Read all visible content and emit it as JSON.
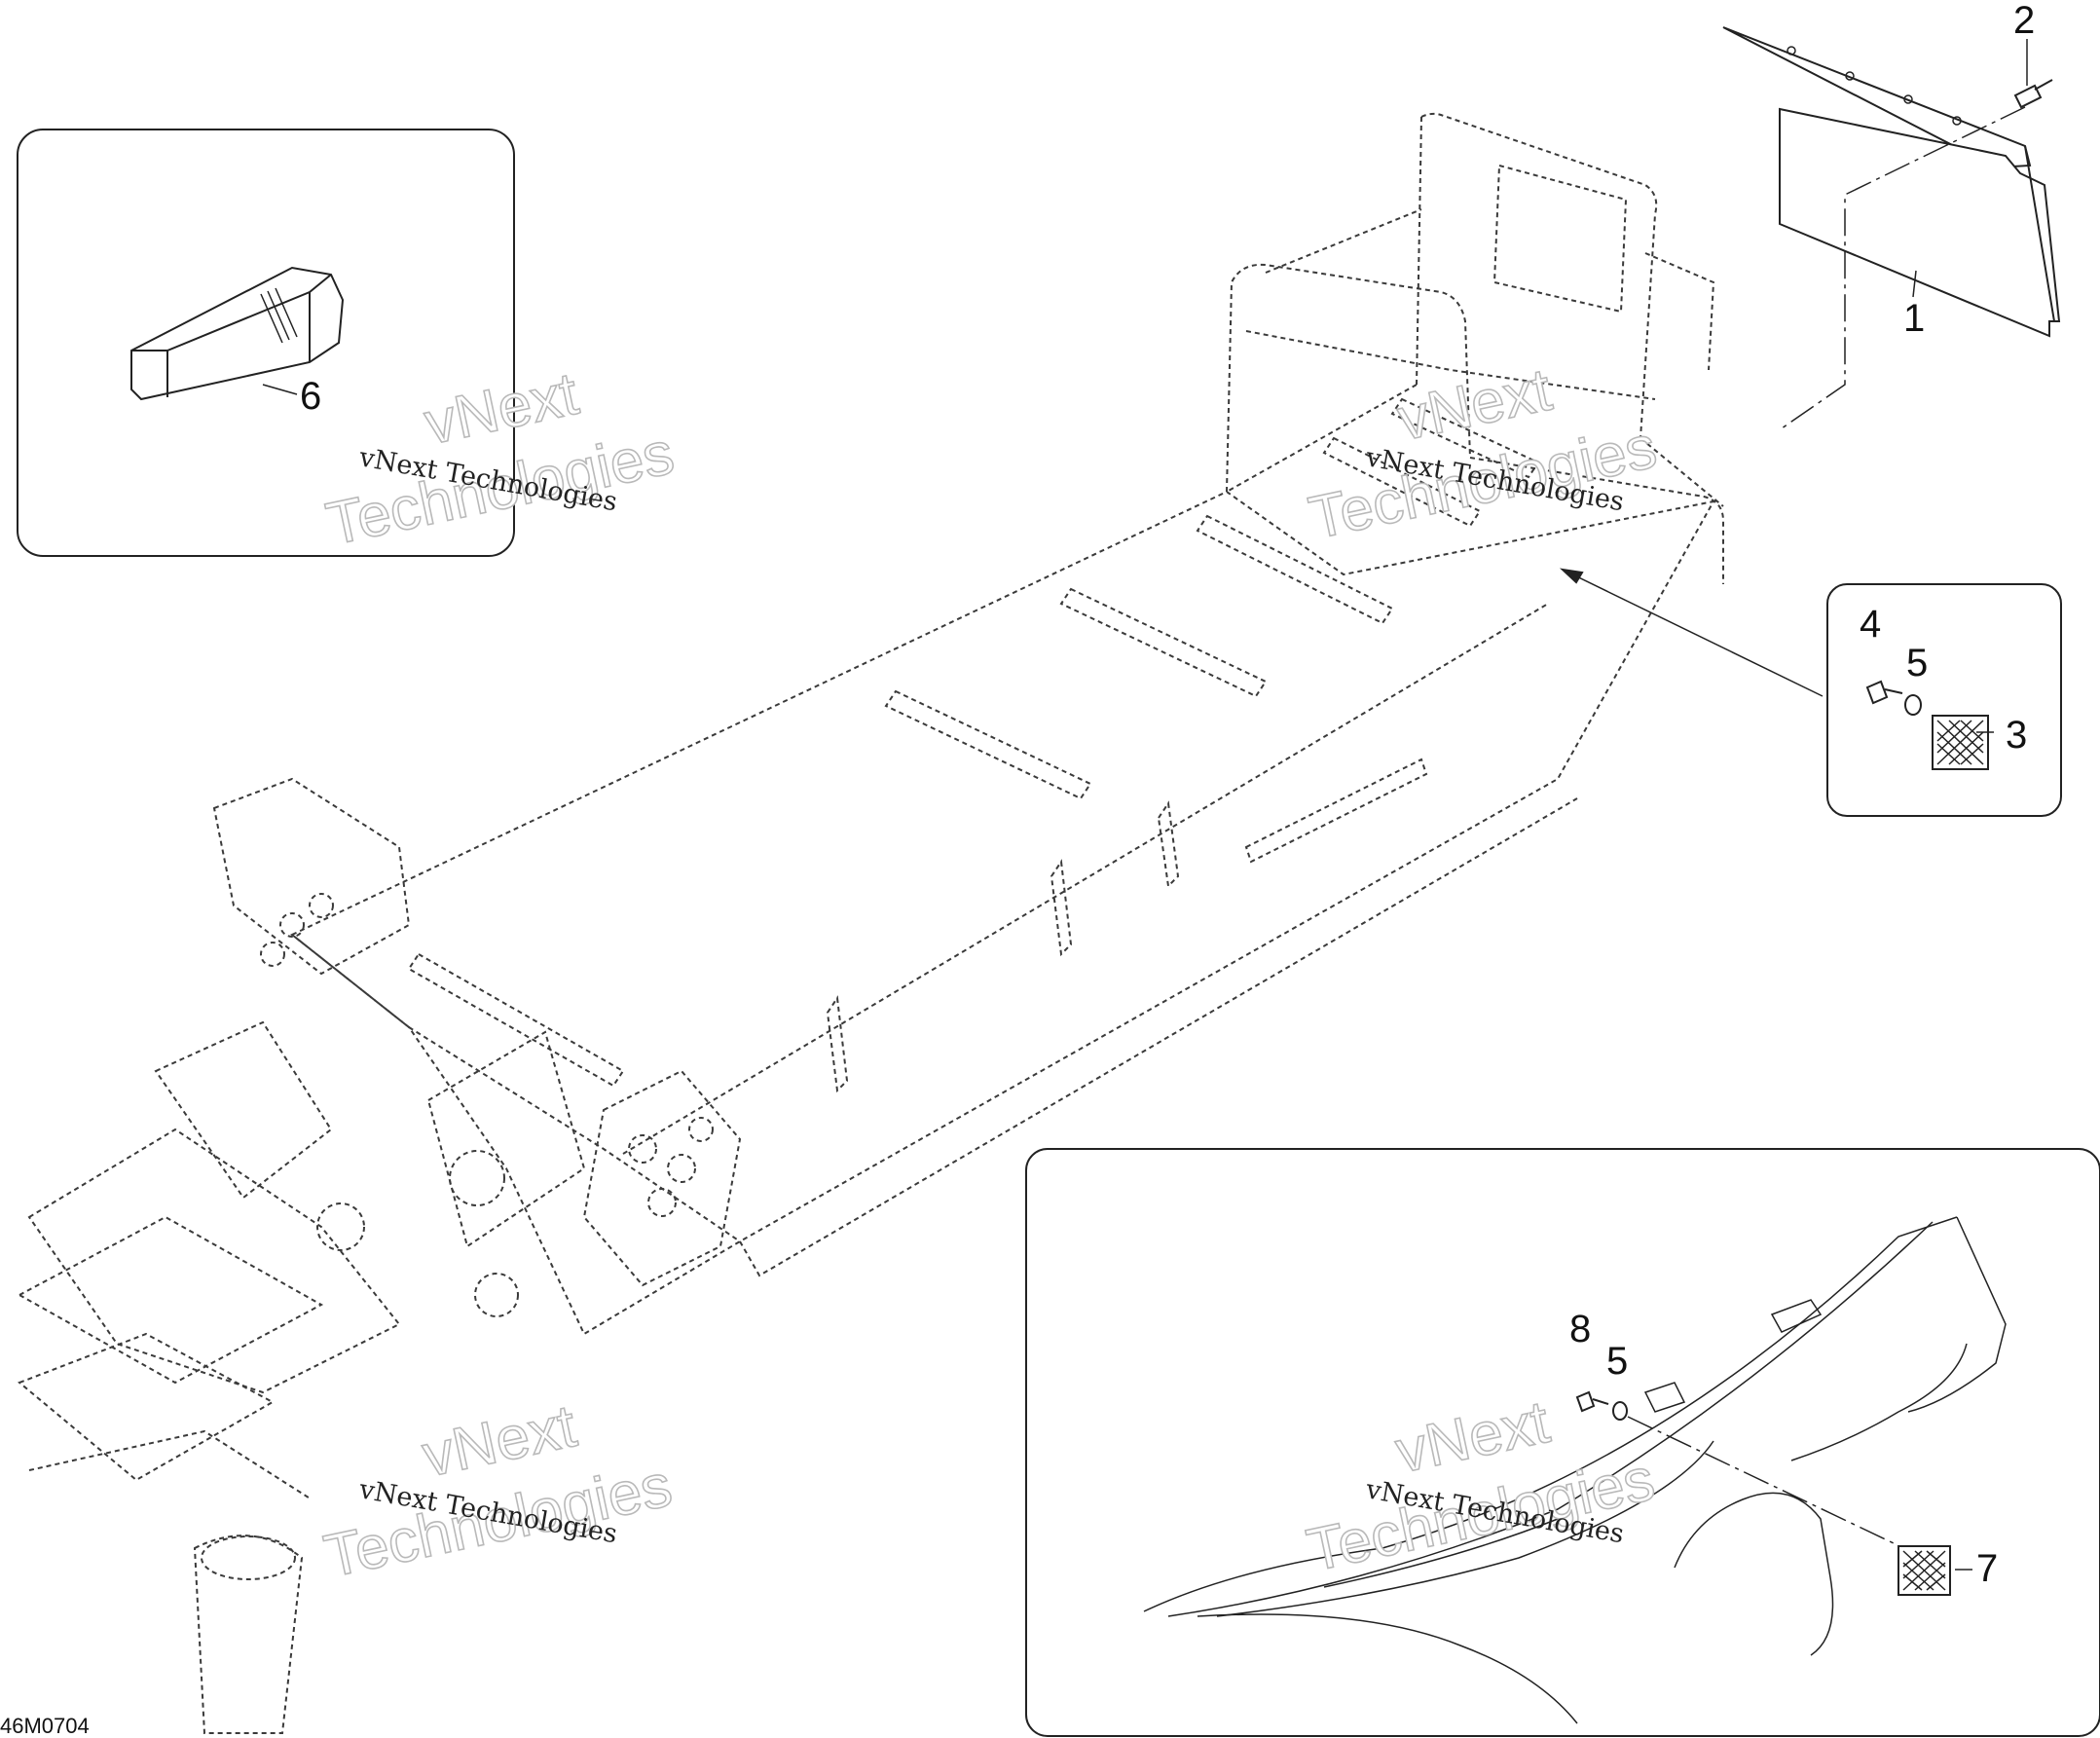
{
  "diagram": {
    "drawing_code": "46M0704",
    "watermark_small": "vNext Technologies",
    "watermark_big_line1": "vNext",
    "watermark_big_line2": "Technologies",
    "callouts": {
      "c1": "1",
      "c2": "2",
      "c3": "3",
      "c4": "4",
      "c5a": "5",
      "c5b": "5",
      "c6": "6",
      "c7": "7",
      "c8": "8"
    },
    "insets": {
      "top_left": "seat-cushion-detail",
      "right": "rear-reflector-detail",
      "bottom_right": "side-reflector-detail"
    }
  }
}
